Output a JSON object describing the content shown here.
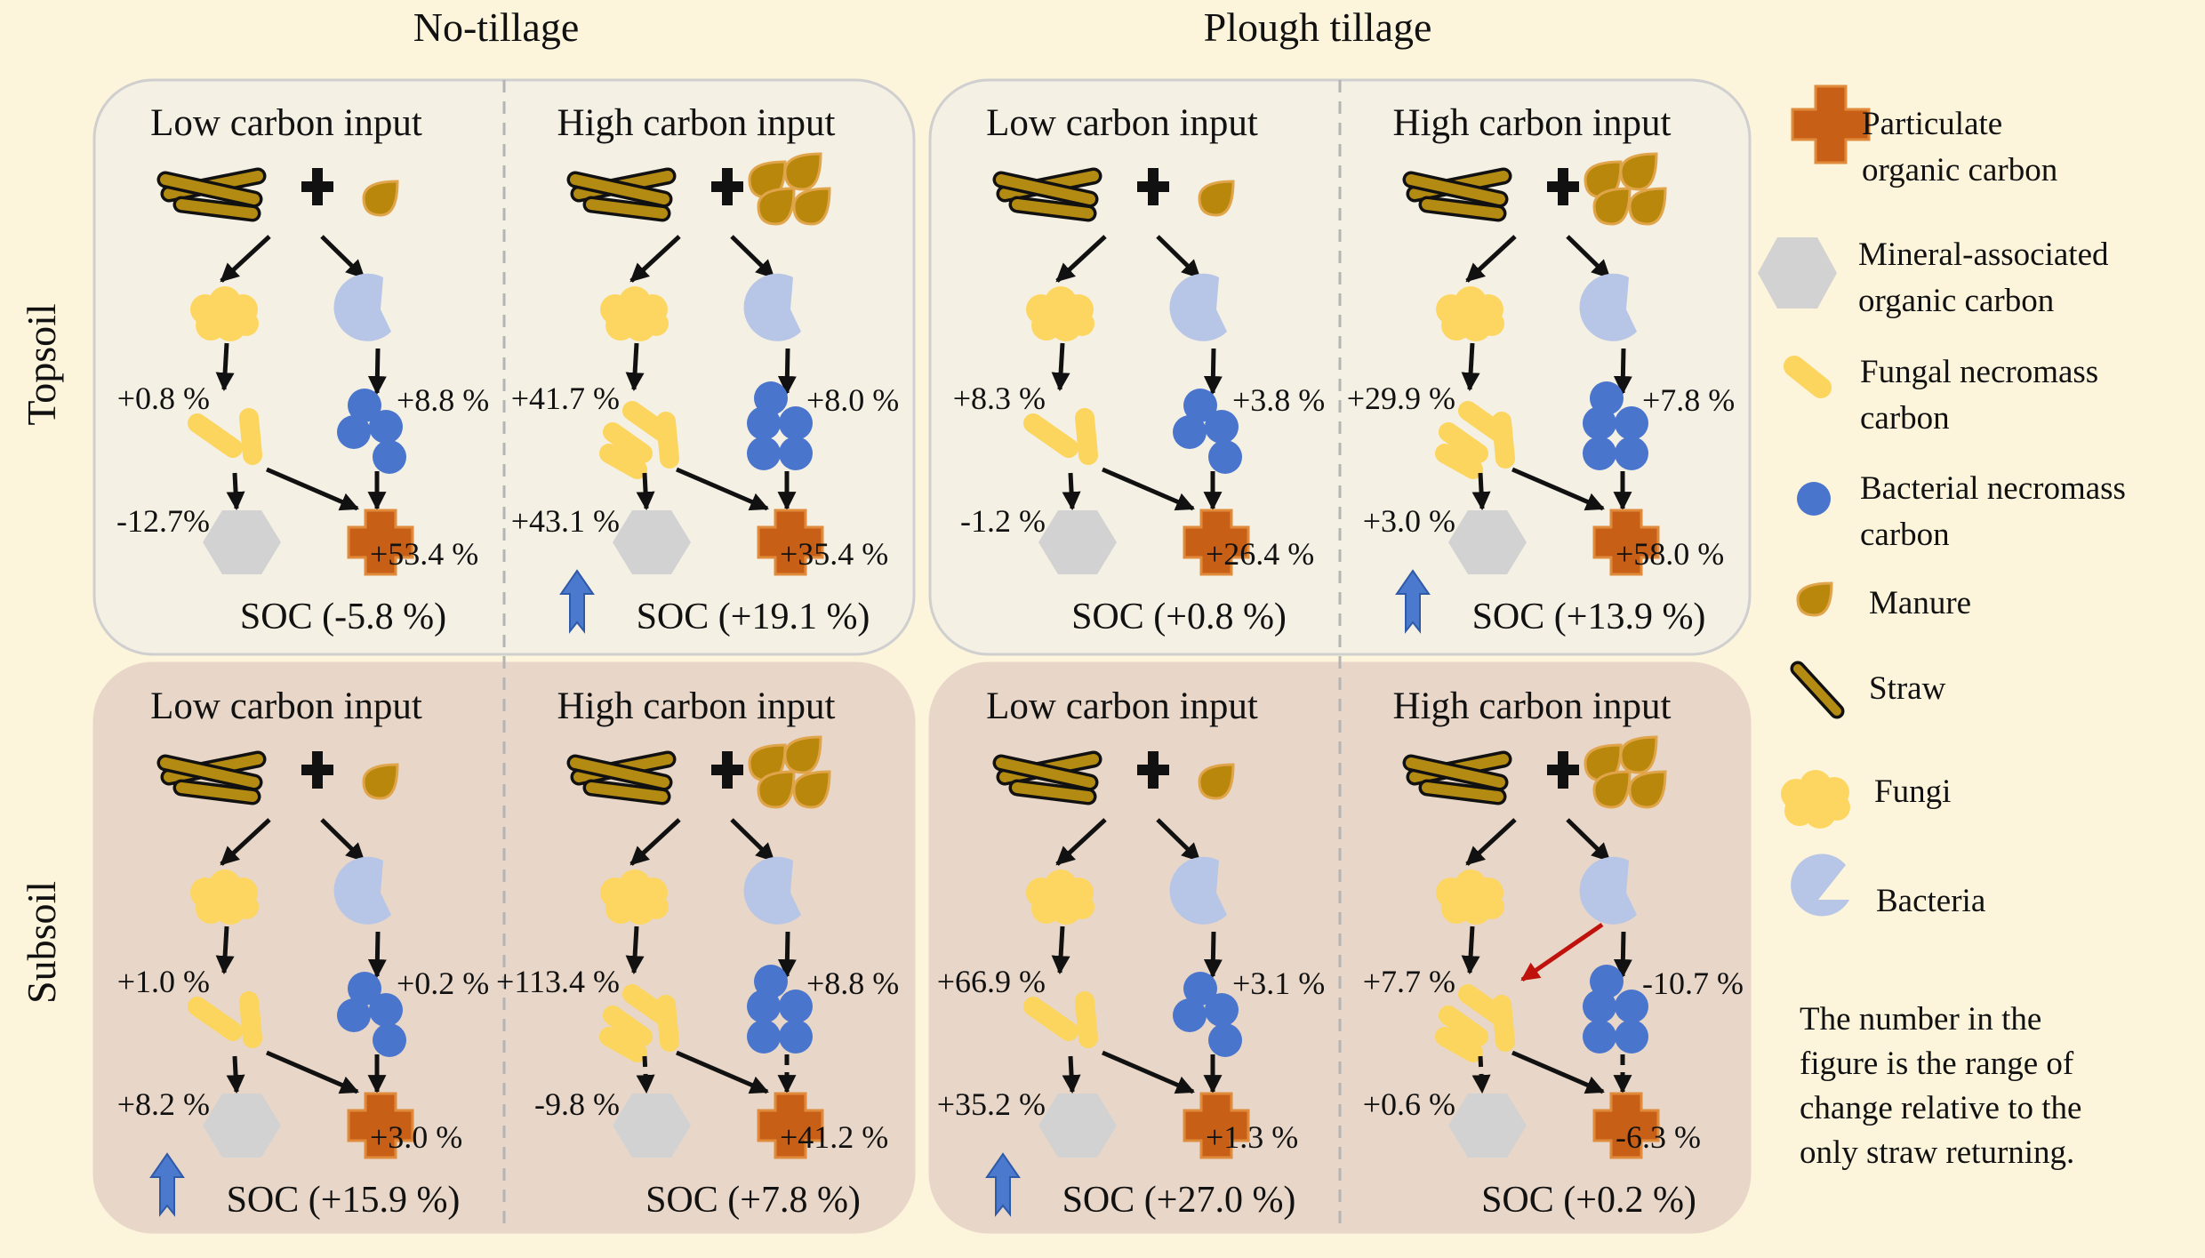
{
  "columns": {
    "no_tillage": "No-tillage",
    "plough_tillage": "Plough tillage"
  },
  "rows": {
    "topsoil": "Topsoil",
    "subsoil": "Subsoil"
  },
  "inputs": {
    "low": "Low carbon input",
    "high": "High carbon input"
  },
  "panels": [
    {
      "fungal": "+0.8 %",
      "bacterial": "+8.8 %",
      "maoc": "-12.7%",
      "poc": "+53.4 %",
      "soc": "SOC (-5.8 %)",
      "soc_up": false
    },
    {
      "fungal": "+41.7 %",
      "bacterial": "+8.0 %",
      "maoc": "+43.1 %",
      "poc": "+35.4 %",
      "soc": "SOC (+19.1 %)",
      "soc_up": true
    },
    {
      "fungal": "+8.3 %",
      "bacterial": "+3.8 %",
      "maoc": "-1.2 %",
      "poc": "+26.4 %",
      "soc": "SOC (+0.8 %)",
      "soc_up": false
    },
    {
      "fungal": "+29.9 %",
      "bacterial": "+7.8 %",
      "maoc": "+3.0 %",
      "poc": "+58.0 %",
      "soc": "SOC (+13.9 %)",
      "soc_up": true
    },
    {
      "fungal": "+1.0 %",
      "bacterial": "+0.2 %",
      "maoc": "+8.2 %",
      "poc": "+3.0 %",
      "soc": "SOC (+15.9 %)",
      "soc_up": true
    },
    {
      "fungal": "+113.4 %",
      "bacterial": "+8.8 %",
      "maoc": "-9.8 %",
      "poc": "+41.2 %",
      "soc": "SOC (+7.8 %)",
      "soc_up": false
    },
    {
      "fungal": "+66.9 %",
      "bacterial": "+3.1 %",
      "maoc": "+35.2 %",
      "poc": "+1.3 %",
      "soc": "SOC (+27.0 %)",
      "soc_up": true
    },
    {
      "fungal": "+7.7 %",
      "bacterial": "-10.7 %",
      "maoc": "+0.6 %",
      "poc": "-6.3 %",
      "soc": "SOC (+0.2 %)",
      "soc_up": false
    }
  ],
  "legend": {
    "poc": [
      "Particulate",
      "organic carbon"
    ],
    "maoc": [
      "Mineral-associated",
      "organic carbon"
    ],
    "fungal": [
      "Fungal necromass",
      "carbon"
    ],
    "bacterial": [
      "Bacterial necromass",
      "carbon"
    ],
    "manure": "Manure",
    "straw": "Straw",
    "fungi": "Fungi",
    "bacteria": "Bacteria"
  },
  "note": [
    "The number in the",
    "figure is the range of",
    "change relative to the",
    "only straw returning."
  ],
  "colors": {
    "background": "#fdf4dc",
    "topsoil_panel": "#f5f0e4",
    "subsoil_panel": "#e8d7c8",
    "straw": "#b38a12",
    "manure": "#b8870c",
    "fungi": "#fdd662",
    "bacteria": "#b7c6e6",
    "fungal_necromass": "#fbd55e",
    "bacterial_necromass": "#4a75cc",
    "poc": "#c75f17",
    "maoc": "#d2d2d2",
    "up_arrow": "#4a79cd",
    "highlight_arrow": "#c0120c"
  }
}
